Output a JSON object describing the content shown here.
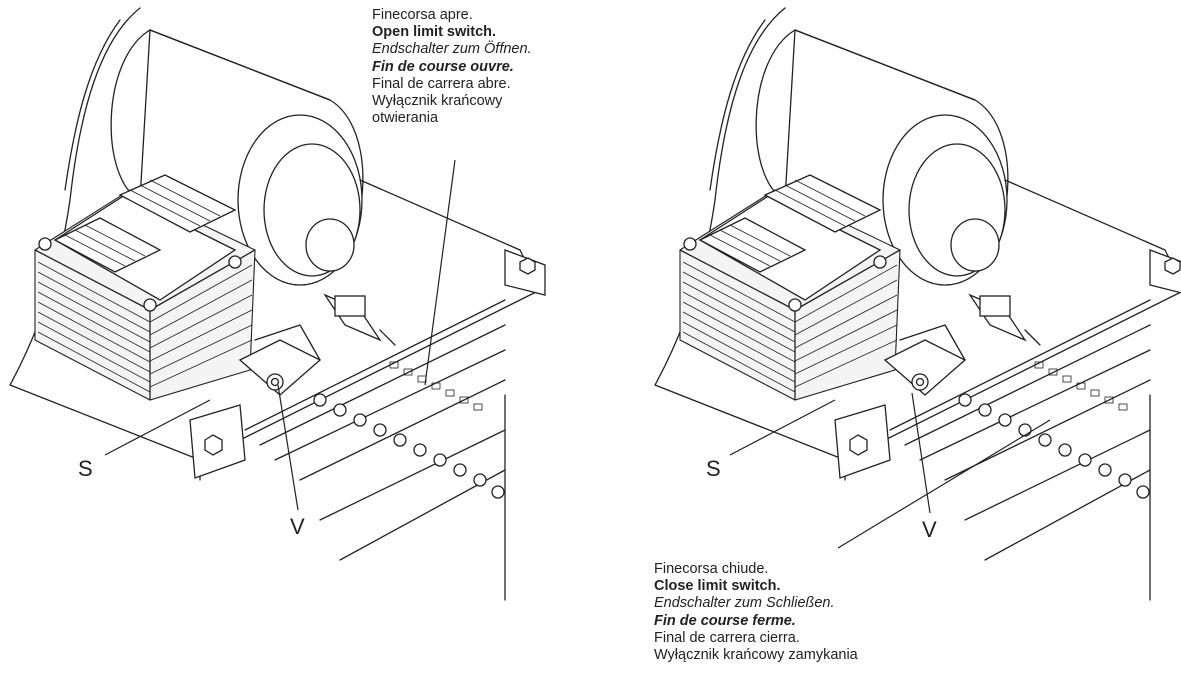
{
  "open_limit_switch_label": {
    "line1": "Finecorsa apre.",
    "line2": "Open limit switch.",
    "line3": "Endschalter zum Öffnen.",
    "line4": "Fin de course ouvre.",
    "line5": "Final de carrera abre.",
    "line6": "Wyłącznik krańcowy",
    "line7": "otwierania"
  },
  "close_limit_switch_label": {
    "line1": "Finecorsa chiude.",
    "line2": "Close limit switch.",
    "line3": "Endschalter zum Schließen.",
    "line4": "Fin de course ferme.",
    "line5": "Final de carrera cierra.",
    "line6": "Wyłącznik krańcowy zamykania"
  },
  "callouts": {
    "left_s": "S",
    "left_v": "V",
    "right_s": "S",
    "right_v": "V"
  }
}
